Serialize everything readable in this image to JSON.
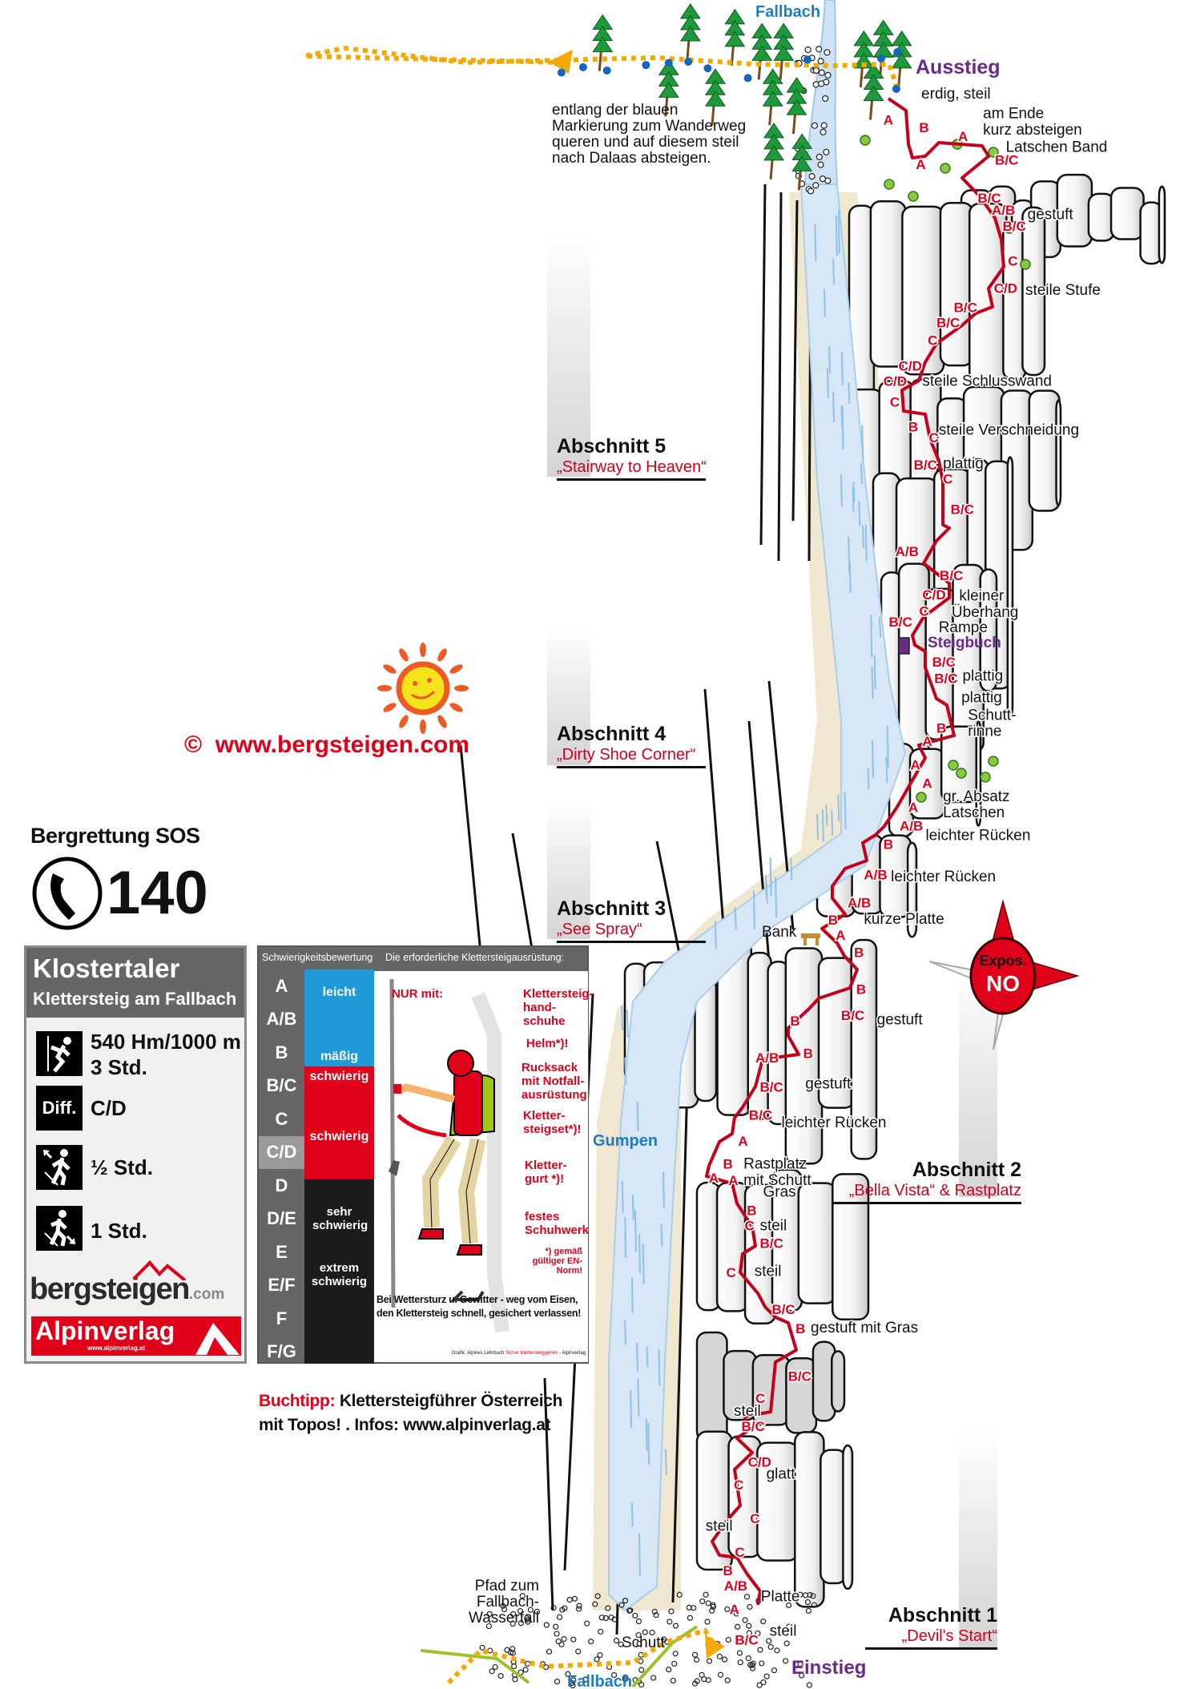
{
  "colors": {
    "route": "#c4001a",
    "grade": "#e0001a",
    "purple": "#6a2a8a",
    "water": "#d8e7f6",
    "water_text": "#1b7ec4",
    "path": "#f5a800",
    "blue_band": "#1e9bd7",
    "red_band": "#e0001a",
    "dark_band": "#1c1c1f"
  },
  "topo": {
    "exit_label": "Ausstieg",
    "entry_label": "Einstieg",
    "stream_top": "Fallbach",
    "stream_bottom": "Fallbach",
    "scree_label": "Schutt",
    "pool_label": "Gumpen",
    "descent_note": [
      "entlang der blauen",
      "Markierung zum Wanderweg",
      "queren und auf diesem steil",
      "nach Dalaas absteigen."
    ],
    "waterfall_path_note": [
      "Pfad zum",
      "Fallbach-",
      "Wasserfall"
    ],
    "logbook_label": "Steigbuch",
    "bench_label": "Bank",
    "grades": [
      "A",
      "B",
      "A",
      "A",
      "B/C",
      "B/C",
      "A/B",
      "B/C",
      "C",
      "C/D",
      "B/C",
      "B/C",
      "C",
      "C/D",
      "C/D",
      "C",
      "B",
      "C",
      "B/C",
      "C",
      "B/C",
      "A/B",
      "B/C",
      "C/D",
      "C",
      "B/C",
      "B/C",
      "B/C",
      "B",
      "A",
      "A",
      "A",
      "A",
      "A/B",
      "B",
      "A/B",
      "A/B",
      "B",
      "A",
      "B",
      "B",
      "B/C",
      "B",
      "A/B",
      "B",
      "B/C",
      "B/C",
      "A",
      "B",
      "A",
      "A",
      "B",
      "C",
      "B/C",
      "C",
      "B/C",
      "B",
      "B/C",
      "C",
      "B/C",
      "C/D",
      "C",
      "C",
      "C",
      "B",
      "A/B",
      "A",
      "B/C"
    ],
    "notes": [
      "erdig, steil",
      "am Ende",
      "kurz absteigen",
      "Latschen Band",
      "gestuft",
      "steile Stufe",
      "steile Schlusswand",
      "steile Verschneidung",
      "plattig",
      "kleiner",
      "Überhang",
      "Rampe",
      "plattig",
      "plattig",
      "Schutt-",
      "rinne",
      "gr. Absatz",
      "Latschen",
      "leichter Rücken",
      "leichter Rücken",
      "kurze Platte",
      "gestuft",
      "gestuft",
      "leichter Rücken",
      "Rastplatz",
      "mit Schutt",
      "Gras",
      "steil",
      "steil",
      "gestuft mit Gras",
      "steil",
      "glatt",
      "steil",
      "Platte",
      "steil"
    ]
  },
  "sections": [
    {
      "title": "Abschnitt 5",
      "subtitle": "„Stairway to Heaven“"
    },
    {
      "title": "Abschnitt 4",
      "subtitle": "„Dirty Shoe Corner“"
    },
    {
      "title": "Abschnitt 3",
      "subtitle": "„See Spray“"
    },
    {
      "title": "Abschnitt 2",
      "subtitle": "„Bella Vista“ & Rastplatz"
    },
    {
      "title": "Abschnitt 1",
      "subtitle": "„Devil's Start“"
    }
  ],
  "compass": {
    "label": "Expos.",
    "value": "NO"
  },
  "copyright": "©  www.bergsteigen.com",
  "sos": {
    "label": "Bergrettung SOS",
    "number": "140"
  },
  "info_box": {
    "title": "Klostertaler",
    "subtitle": "Klettersteig am Fallbach",
    "height_length": "540 Hm/1000 m",
    "duration": "3 Std.",
    "diff_label": "Diff.",
    "difficulty": "C/D",
    "approach": "½ Std.",
    "descent": "1 Std.",
    "logo_bergsteigen": "bergsteigen",
    "logo_com": ".com",
    "logo_alpinverlag": "Alpinverlag",
    "logo_alpinverlag_url": "www.alpinverlag.at"
  },
  "grading": {
    "header_left": "Schwierigkeitsbewertung",
    "header_right": "Die erforderliche Klettersteigausrüstung:",
    "grades": [
      "A",
      "A/B",
      "B",
      "B/C",
      "C",
      "C/D",
      "D",
      "D/E",
      "E",
      "E/F",
      "F",
      "F/G"
    ],
    "highlighted": "C/D",
    "bands": {
      "leicht": "leicht",
      "maessig": "mäßig",
      "schwierig1": "schwierig",
      "schwierig2": "schwierig",
      "sehr": "sehr schwierig",
      "extrem": "extrem schwierig"
    },
    "only_with": "NUR mit:",
    "equipment": [
      "Klettersteig-hand-schuhe",
      "Helm*)!",
      "Rucksack mit Notfall-ausrüstung",
      "Kletter-steigset*)!",
      "Kletter-gurt *)!",
      "festes Schuhwerk"
    ],
    "norm_note": "*) gemäß gültiger EN-Norm!",
    "warning": [
      "Bei Wettersturz u. Gewitter - weg vom Eisen,",
      "den Klettersteig schnell, gesichert verlassen!"
    ],
    "credit_prefix": "Grafik: Alpines Lehrbuch ",
    "credit_title": "Sicher Klettersteiggehen",
    "credit_suffix": " - Alpinverlag"
  },
  "book_tip": {
    "label": "Buchtipp:",
    "line1": " Klettersteigführer Österreich",
    "line2": "mit Topos! . Infos: www.alpinverlag.at"
  }
}
